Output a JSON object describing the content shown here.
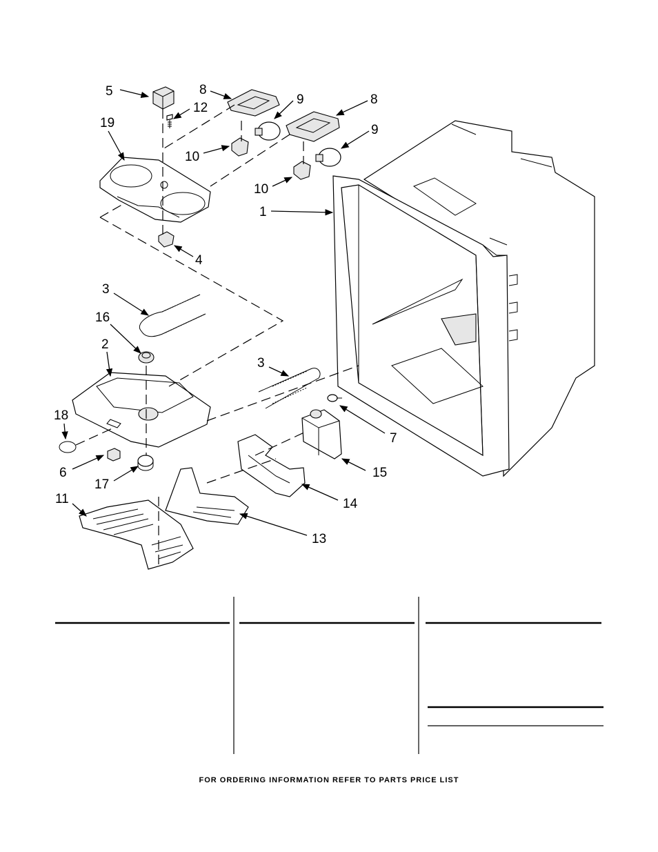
{
  "callouts": {
    "c1": "1",
    "c2": "2",
    "c3a": "3",
    "c3b": "3",
    "c4": "4",
    "c5": "5",
    "c6": "6",
    "c7": "7",
    "c8a": "8",
    "c8b": "8",
    "c9a": "9",
    "c9b": "9",
    "c10a": "10",
    "c10b": "10",
    "c11": "11",
    "c12": "12",
    "c13": "13",
    "c14": "14",
    "c15": "15",
    "c16": "16",
    "c17": "17",
    "c18": "18",
    "c19": "19"
  },
  "footer": {
    "text": "FOR ORDERING INFORMATION REFER TO PARTS PRICE LIST"
  }
}
